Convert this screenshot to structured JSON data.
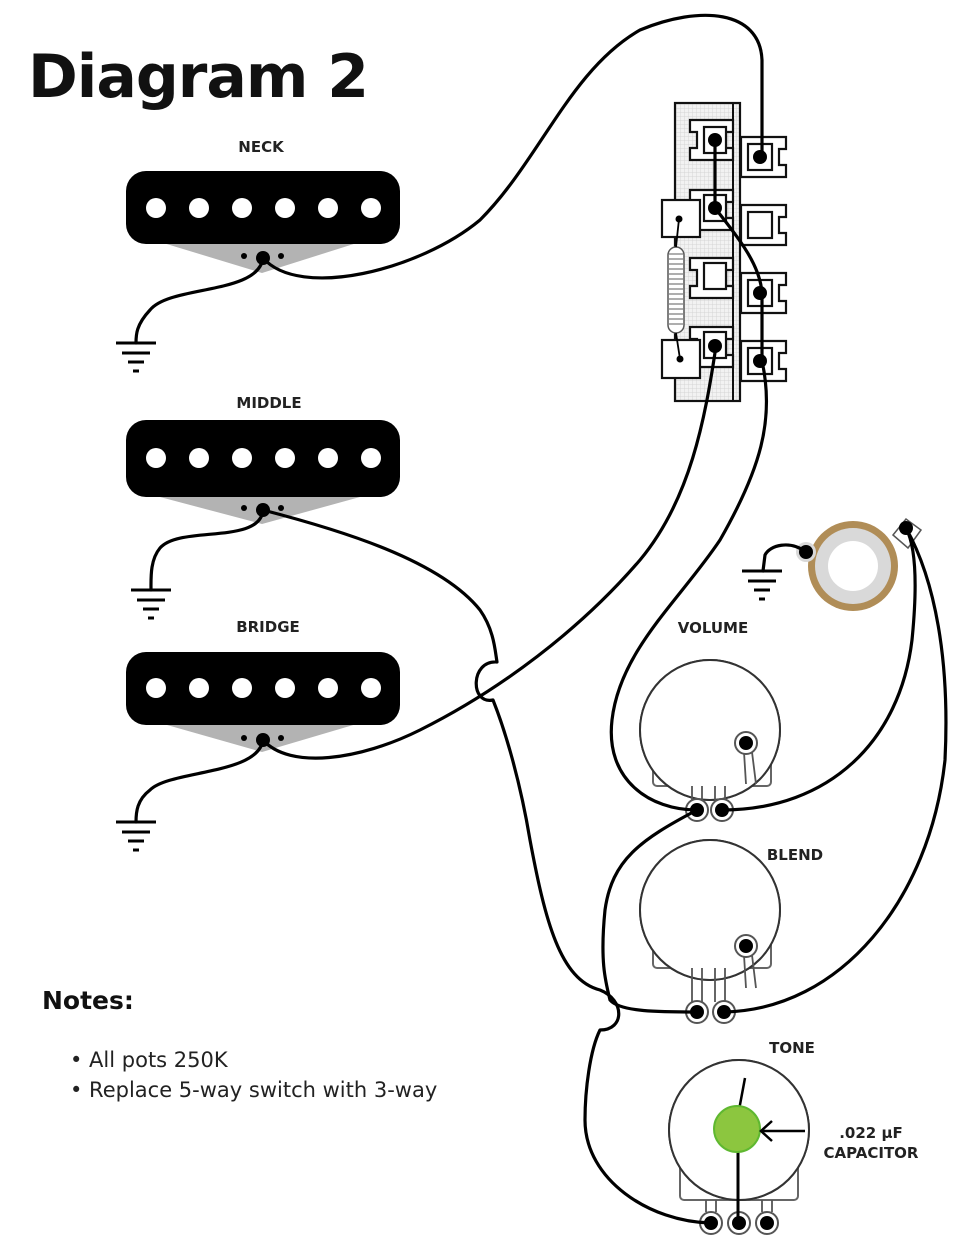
{
  "title": "Diagram 2",
  "pickups": [
    {
      "id": "neck",
      "label": "NECK"
    },
    {
      "id": "middle",
      "label": "MIDDLE"
    },
    {
      "id": "bridge",
      "label": "BRIDGE"
    }
  ],
  "controls": {
    "volume": {
      "label": "VOLUME"
    },
    "blend": {
      "label": "BLEND"
    },
    "tone": {
      "label": "TONE"
    }
  },
  "capacitor": {
    "value": ".022 µF",
    "label": "CAPACITOR",
    "color": "#8cc63f"
  },
  "output_jack": {
    "ring_color": "#b08d57",
    "insulator_color": "#d9d9d9"
  },
  "notes": {
    "heading": "Notes:",
    "items": [
      "• All pots 250K",
      "• Replace 5-way switch with 3-way"
    ]
  }
}
